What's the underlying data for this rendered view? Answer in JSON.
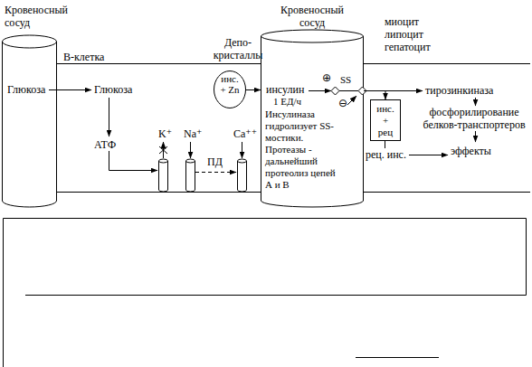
{
  "diagram": {
    "nodes": [
      {
        "text": [
          "Кровеносный сосуд",
          "Глюкоза"
        ]
      },
      {
        "text": [
          "Депо-кристаллы",
          "инс. + Zn"
        ]
      },
      {
        "text": [
          "Кровеносный сосуд",
          "инсулин",
          "1 ЕД/ч",
          "⊕",
          "SS",
          "⊖",
          "Инсулиназа гидролизует SS-мостики. Протеазы - дальнейший протеолиз цепей А и В"
        ]
      },
      {
        "text": [
          "инс. + рец"
        ]
      }
    ],
    "edges": [
      {
        "from": 1,
        "to": 2,
        "arrow": "to"
      },
      {
        "from": 2,
        "to": 3,
        "arrow": "to"
      }
    ],
    "labels": [
      "В-клетка",
      "Глюкоза",
      "АТФ",
      "K⁺",
      "Na⁺",
      "ПД",
      "Ca⁺⁺",
      "миоцит",
      "липоцит",
      "гепатоцит",
      "тирозинкиназа",
      "фосфорилирование белков-транспортеров",
      "рец. инс.",
      "эффекты"
    ]
  }
}
